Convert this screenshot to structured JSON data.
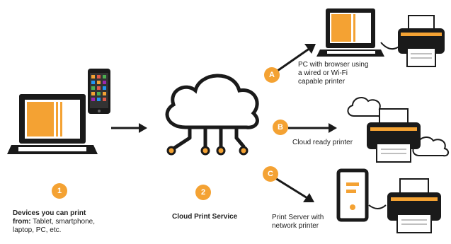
{
  "colors": {
    "accent": "#f4a233",
    "stroke": "#1a1a1a",
    "background": "#ffffff"
  },
  "steps": [
    {
      "number": "1",
      "title": "Devices you can print",
      "text_prefix": "from:",
      "text_rest": " Tablet, smartphone,",
      "text_line3": "laptop, PC, etc."
    },
    {
      "number": "2",
      "title": "Cloud Print Service"
    }
  ],
  "options": [
    {
      "letter": "A",
      "lines": [
        "PC with browser using",
        "a wired or Wi-Fi",
        "capable printer"
      ]
    },
    {
      "letter": "B",
      "lines": [
        "Cloud ready printer"
      ]
    },
    {
      "letter": "C",
      "lines": [
        "Print Server with",
        "network printer"
      ]
    }
  ],
  "icons": [
    "laptop-icon",
    "smartphone-icon",
    "cloud-network-icon",
    "printer-icon",
    "server-icon",
    "cloud-icon",
    "arrow-icon"
  ]
}
